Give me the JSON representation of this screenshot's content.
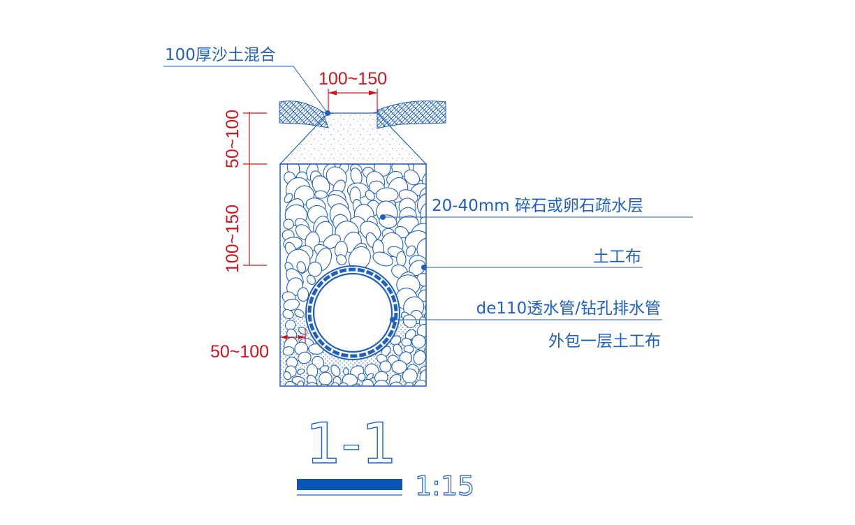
{
  "labels": {
    "sand_soil": "100厚沙土混合",
    "gravel": "20-40mm 碎石或卵石疏水层",
    "geotextile": "土工布",
    "pipe_line1": "de110透水管/钻孔排水管",
    "pipe_line2": "外包一层土工布"
  },
  "dimensions": {
    "top_width": "100~150",
    "cover_depth": "50~100",
    "gravel_depth": "100~150",
    "side_gap": "50~100"
  },
  "section": {
    "title": "1-1",
    "scale": "1:15"
  },
  "colors": {
    "drawing_blue": "#1f5fbf",
    "dimension_red": "#d0141e",
    "scale_bar": "#0a55b8"
  }
}
